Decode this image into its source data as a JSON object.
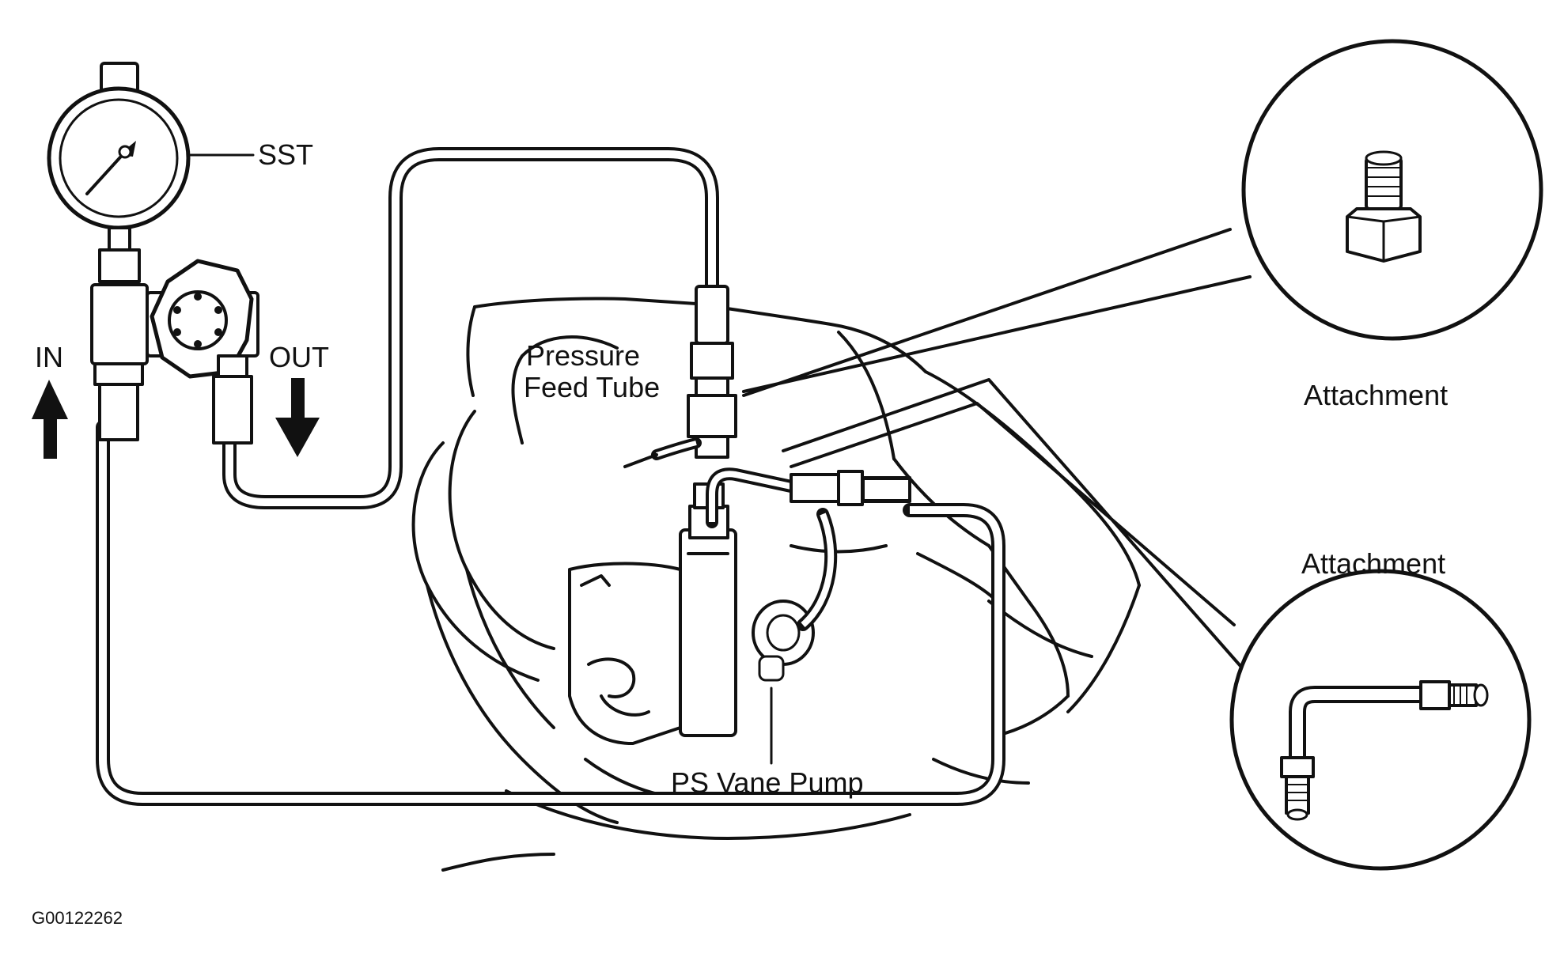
{
  "labels": {
    "sst": "SST",
    "in": "IN",
    "out": "OUT",
    "pressure_feed_tube_line1": "Pressure",
    "pressure_feed_tube_line2": "Feed Tube",
    "attachment_top": "Attachment",
    "attachment_bottom": "Attachment",
    "ps_vane_pump": "PS Vane Pump",
    "figure_code": "G00122262"
  },
  "colors": {
    "line": "#111111",
    "background": "#ffffff"
  }
}
